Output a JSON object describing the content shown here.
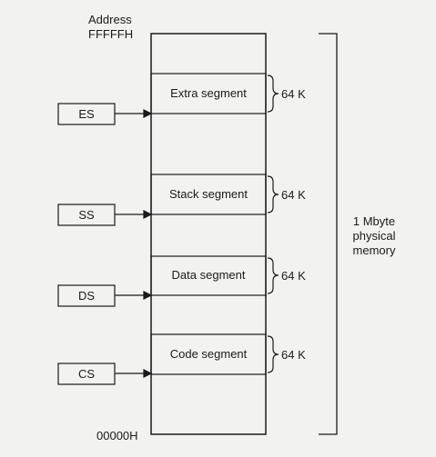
{
  "memory": {
    "top_address_label": "Address",
    "top_address": "FFFFFH",
    "bottom_address": "00000H",
    "physical_label_line1": "1 Mbyte",
    "physical_label_line2": "physical",
    "physical_label_line3": "memory"
  },
  "segments": [
    {
      "name": "Extra segment",
      "size": "64 K",
      "register": "ES"
    },
    {
      "name": "Stack segment",
      "size": "64 K",
      "register": "SS"
    },
    {
      "name": "Data segment",
      "size": "64 K",
      "register": "DS"
    },
    {
      "name": "Code segment",
      "size": "64 K",
      "register": "CS"
    }
  ],
  "colors": {
    "ink": "#1a1a1a",
    "paper": "#f2f2f0"
  }
}
